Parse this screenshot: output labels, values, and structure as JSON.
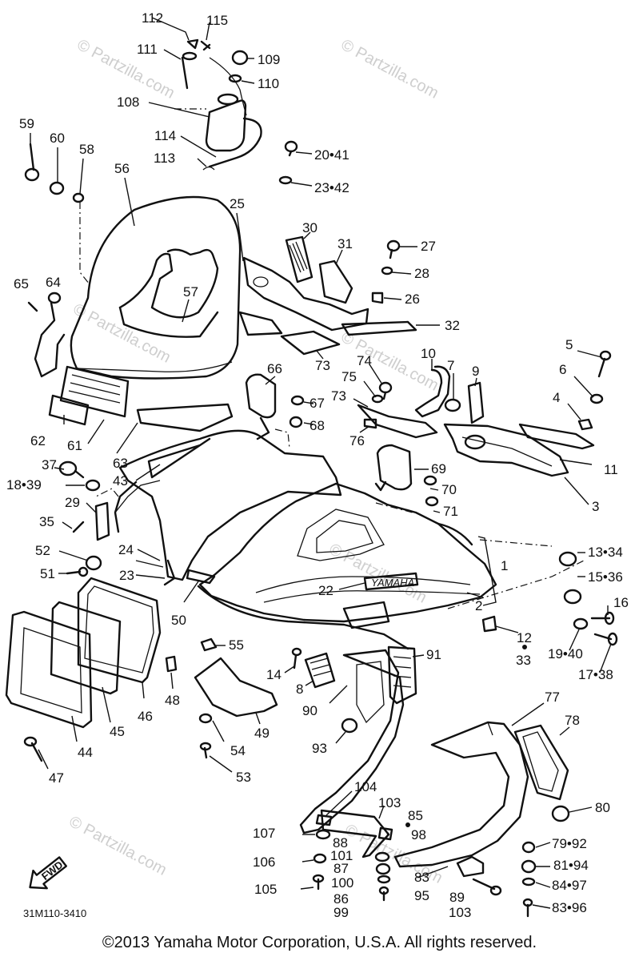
{
  "diagram": {
    "title": "",
    "watermark": "Partzilla.com",
    "watermark_symbol": "©",
    "part_code": "31M110-3410",
    "fwd_label": "FWD",
    "labels": [
      {
        "id": "112",
        "text": "112"
      },
      {
        "id": "115",
        "text": "115"
      },
      {
        "id": "111",
        "text": "111"
      },
      {
        "id": "109",
        "text": "109"
      },
      {
        "id": "110",
        "text": "110"
      },
      {
        "id": "108",
        "text": "108"
      },
      {
        "id": "114",
        "text": "114"
      },
      {
        "id": "113",
        "text": "113"
      },
      {
        "id": "20-41",
        "text": "20•41"
      },
      {
        "id": "23-42",
        "text": "23•42"
      },
      {
        "id": "59",
        "text": "59"
      },
      {
        "id": "60",
        "text": "60"
      },
      {
        "id": "58",
        "text": "58"
      },
      {
        "id": "56",
        "text": "56"
      },
      {
        "id": "25",
        "text": "25"
      },
      {
        "id": "30",
        "text": "30"
      },
      {
        "id": "31",
        "text": "31"
      },
      {
        "id": "27",
        "text": "27"
      },
      {
        "id": "28",
        "text": "28"
      },
      {
        "id": "26",
        "text": "26"
      },
      {
        "id": "32",
        "text": "32"
      },
      {
        "id": "65",
        "text": "65"
      },
      {
        "id": "64",
        "text": "64"
      },
      {
        "id": "57",
        "text": "57"
      },
      {
        "id": "73a",
        "text": "73"
      },
      {
        "id": "10",
        "text": "10"
      },
      {
        "id": "7",
        "text": "7"
      },
      {
        "id": "9",
        "text": "9"
      },
      {
        "id": "5",
        "text": "5"
      },
      {
        "id": "6",
        "text": "6"
      },
      {
        "id": "74",
        "text": "74"
      },
      {
        "id": "75",
        "text": "75"
      },
      {
        "id": "66",
        "text": "66"
      },
      {
        "id": "73b",
        "text": "73"
      },
      {
        "id": "4",
        "text": "4"
      },
      {
        "id": "67",
        "text": "67"
      },
      {
        "id": "68",
        "text": "68"
      },
      {
        "id": "62",
        "text": "62"
      },
      {
        "id": "61",
        "text": "61"
      },
      {
        "id": "63",
        "text": "63"
      },
      {
        "id": "76",
        "text": "76"
      },
      {
        "id": "11",
        "text": "11"
      },
      {
        "id": "37",
        "text": "37"
      },
      {
        "id": "69",
        "text": "69"
      },
      {
        "id": "18-39",
        "text": "18•39"
      },
      {
        "id": "43",
        "text": "43"
      },
      {
        "id": "70",
        "text": "70"
      },
      {
        "id": "3",
        "text": "3"
      },
      {
        "id": "29",
        "text": "29"
      },
      {
        "id": "71",
        "text": "71"
      },
      {
        "id": "35",
        "text": "35"
      },
      {
        "id": "13-34",
        "text": "13•34"
      },
      {
        "id": "52",
        "text": "52"
      },
      {
        "id": "24",
        "text": "24"
      },
      {
        "id": "1",
        "text": "1"
      },
      {
        "id": "15-36",
        "text": "15•36"
      },
      {
        "id": "51",
        "text": "51"
      },
      {
        "id": "23",
        "text": "23"
      },
      {
        "id": "22",
        "text": "22"
      },
      {
        "id": "2",
        "text": "2"
      },
      {
        "id": "16",
        "text": "16"
      },
      {
        "id": "50",
        "text": "50"
      },
      {
        "id": "12",
        "text": "12"
      },
      {
        "id": "19-40",
        "text": "19•40"
      },
      {
        "id": "33",
        "text": "33"
      },
      {
        "id": "55",
        "text": "55"
      },
      {
        "id": "91",
        "text": "91"
      },
      {
        "id": "17-38",
        "text": "17•38"
      },
      {
        "id": "14",
        "text": "14"
      },
      {
        "id": "48",
        "text": "48"
      },
      {
        "id": "8",
        "text": "8"
      },
      {
        "id": "46",
        "text": "46"
      },
      {
        "id": "90",
        "text": "90"
      },
      {
        "id": "45",
        "text": "45"
      },
      {
        "id": "49",
        "text": "49"
      },
      {
        "id": "44",
        "text": "44"
      },
      {
        "id": "77",
        "text": "77"
      },
      {
        "id": "78",
        "text": "78"
      },
      {
        "id": "54",
        "text": "54"
      },
      {
        "id": "93",
        "text": "93"
      },
      {
        "id": "47",
        "text": "47"
      },
      {
        "id": "53",
        "text": "53"
      },
      {
        "id": "104",
        "text": "104"
      },
      {
        "id": "80",
        "text": "80"
      },
      {
        "id": "103a",
        "text": "103"
      },
      {
        "id": "85",
        "text": "85"
      },
      {
        "id": "107",
        "text": "107"
      },
      {
        "id": "88",
        "text": "88"
      },
      {
        "id": "98",
        "text": "98"
      },
      {
        "id": "79-92",
        "text": "79•92"
      },
      {
        "id": "101",
        "text": "101"
      },
      {
        "id": "106",
        "text": "106"
      },
      {
        "id": "87",
        "text": "87"
      },
      {
        "id": "81-94",
        "text": "81•94"
      },
      {
        "id": "83a",
        "text": "83"
      },
      {
        "id": "100",
        "text": "100"
      },
      {
        "id": "84-97",
        "text": "84•97"
      },
      {
        "id": "95",
        "text": "95"
      },
      {
        "id": "105",
        "text": "105"
      },
      {
        "id": "86",
        "text": "86"
      },
      {
        "id": "89",
        "text": "89"
      },
      {
        "id": "83-96",
        "text": "83•96"
      },
      {
        "id": "99",
        "text": "99"
      },
      {
        "id": "103b",
        "text": "103"
      }
    ],
    "copyright": "©2013  Yamaha Motor Corporation, U.S.A. All rights reserved."
  }
}
